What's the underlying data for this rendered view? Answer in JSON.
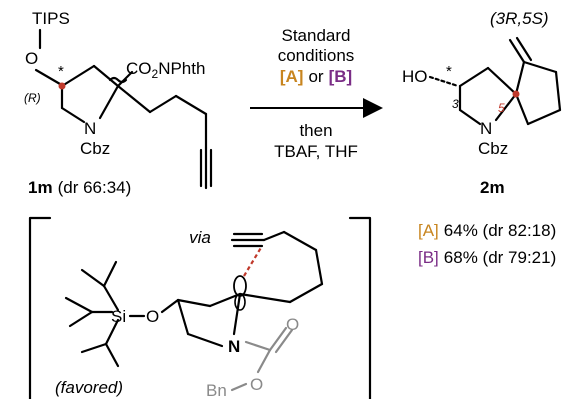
{
  "sm": {
    "tips": "TIPS",
    "o": "O",
    "star": "*",
    "r": "(R)",
    "co2": "CO",
    "sub2": "2",
    "nphth": "NPhth",
    "n": "N",
    "cbz": "Cbz",
    "label_num": "1m",
    "label_dr": "(dr 66:34)"
  },
  "arrow": {
    "line1": "Standard",
    "line2": "conditions",
    "cond_a": "[A]",
    "or": "or",
    "cond_b": "[B]",
    "then": "then",
    "tbaf": "TBAF, THF"
  },
  "product": {
    "stereo": "(3R,5S)",
    "ho": "HO",
    "star": "*",
    "n": "N",
    "cbz": "Cbz",
    "pos3": "3",
    "pos5": "5",
    "label": "2m"
  },
  "yields": {
    "a_tag": "[A]",
    "a_text": "64% (dr 82:18)",
    "b_tag": "[B]",
    "b_text": "68% (dr 79:21)"
  },
  "ts": {
    "via": "via",
    "si": "Si",
    "o": "O",
    "n": "N",
    "o2": "O",
    "bn": "Bn",
    "o3": "O",
    "favored": "(favored)"
  },
  "colors": {
    "orange": "#c8851f",
    "purple": "#7a2d86",
    "red": "#c0392b",
    "grey": "#8a8a8a"
  }
}
